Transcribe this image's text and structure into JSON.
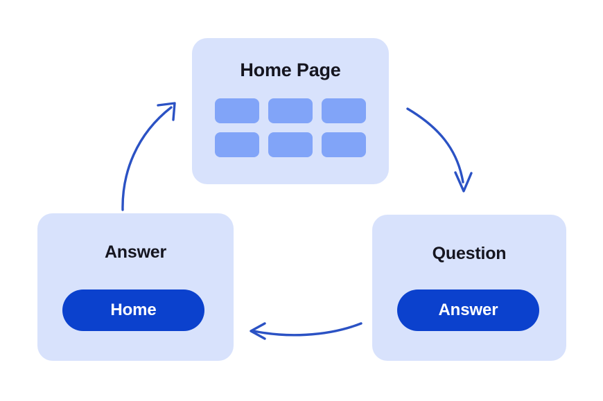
{
  "diagram": {
    "title_text_color": "#15151f",
    "card_background": "#d8e2fc",
    "tile_color": "#81a4f8",
    "button_color": "#0b41cd",
    "button_text_color": "#ffffff",
    "arrow_color": "#2b52c4",
    "page_background": "#ffffff",
    "nodes": {
      "home": {
        "label": "Home Page",
        "tiles": [
          "tile-1",
          "tile-2",
          "tile-3",
          "tile-4",
          "tile-5",
          "tile-6"
        ]
      },
      "answer": {
        "label": "Answer",
        "button_label": "Home"
      },
      "question": {
        "label": "Question",
        "button_label": "Answer"
      }
    },
    "arrows": [
      {
        "name": "home-to-question",
        "from": "home",
        "to": "question",
        "direction": "down-right"
      },
      {
        "name": "question-to-answer",
        "from": "question",
        "to": "answer",
        "direction": "left"
      },
      {
        "name": "answer-to-home",
        "from": "answer",
        "to": "home",
        "direction": "up-right"
      }
    ]
  }
}
